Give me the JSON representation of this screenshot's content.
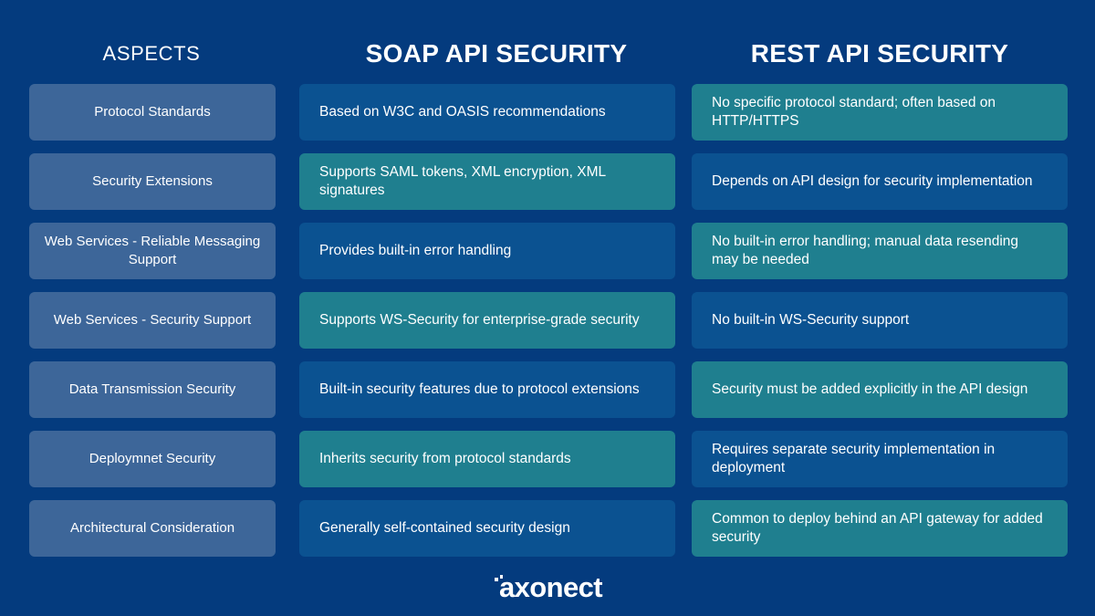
{
  "background_color": "#043b7e",
  "palette": {
    "navy": "#043b7e",
    "aspect_cell": "#3d6699",
    "blue_cell": "#0b5291",
    "teal_cell": "#1f7f8f",
    "text": "#ffffff"
  },
  "headers": {
    "aspects": "ASPECTS",
    "soap": "SOAP API SECURITY",
    "rest": "REST API SECURITY"
  },
  "rows": [
    {
      "aspect": "Protocol Standards",
      "soap": {
        "text": "Based on W3C and OASIS recommendations",
        "tone": "blue"
      },
      "rest": {
        "text": "No specific protocol standard; often based on HTTP/HTTPS",
        "tone": "teal"
      }
    },
    {
      "aspect": "Security Extensions",
      "soap": {
        "text": "Supports SAML tokens, XML encryption, XML signatures",
        "tone": "teal"
      },
      "rest": {
        "text": "Depends on API design for security implementation",
        "tone": "blue"
      }
    },
    {
      "aspect": "Web Services - Reliable Messaging Support",
      "soap": {
        "text": "Provides built-in error handling",
        "tone": "blue"
      },
      "rest": {
        "text": "No built-in error handling; manual data resending may be needed",
        "tone": "teal"
      }
    },
    {
      "aspect": "Web Services - Security Support",
      "soap": {
        "text": "Supports WS-Security for enterprise-grade security",
        "tone": "teal"
      },
      "rest": {
        "text": "No built-in WS-Security support",
        "tone": "blue"
      }
    },
    {
      "aspect": "Data Transmission Security",
      "soap": {
        "text": "Built-in security features due to protocol extensions",
        "tone": "blue"
      },
      "rest": {
        "text": "Security must be added explicitly in the API design",
        "tone": "teal"
      }
    },
    {
      "aspect": "Deploymnet Security",
      "soap": {
        "text": "Inherits security from protocol standards",
        "tone": "teal"
      },
      "rest": {
        "text": "Requires separate security implementation in deployment",
        "tone": "blue"
      }
    },
    {
      "aspect": "Architectural Consideration",
      "soap": {
        "text": "Generally self-contained security design",
        "tone": "blue"
      },
      "rest": {
        "text": "Common to deploy behind an API gateway for added security",
        "tone": "teal"
      }
    }
  ],
  "footer": {
    "brand": "axonect",
    "mark": "two-square-dots-icon"
  }
}
